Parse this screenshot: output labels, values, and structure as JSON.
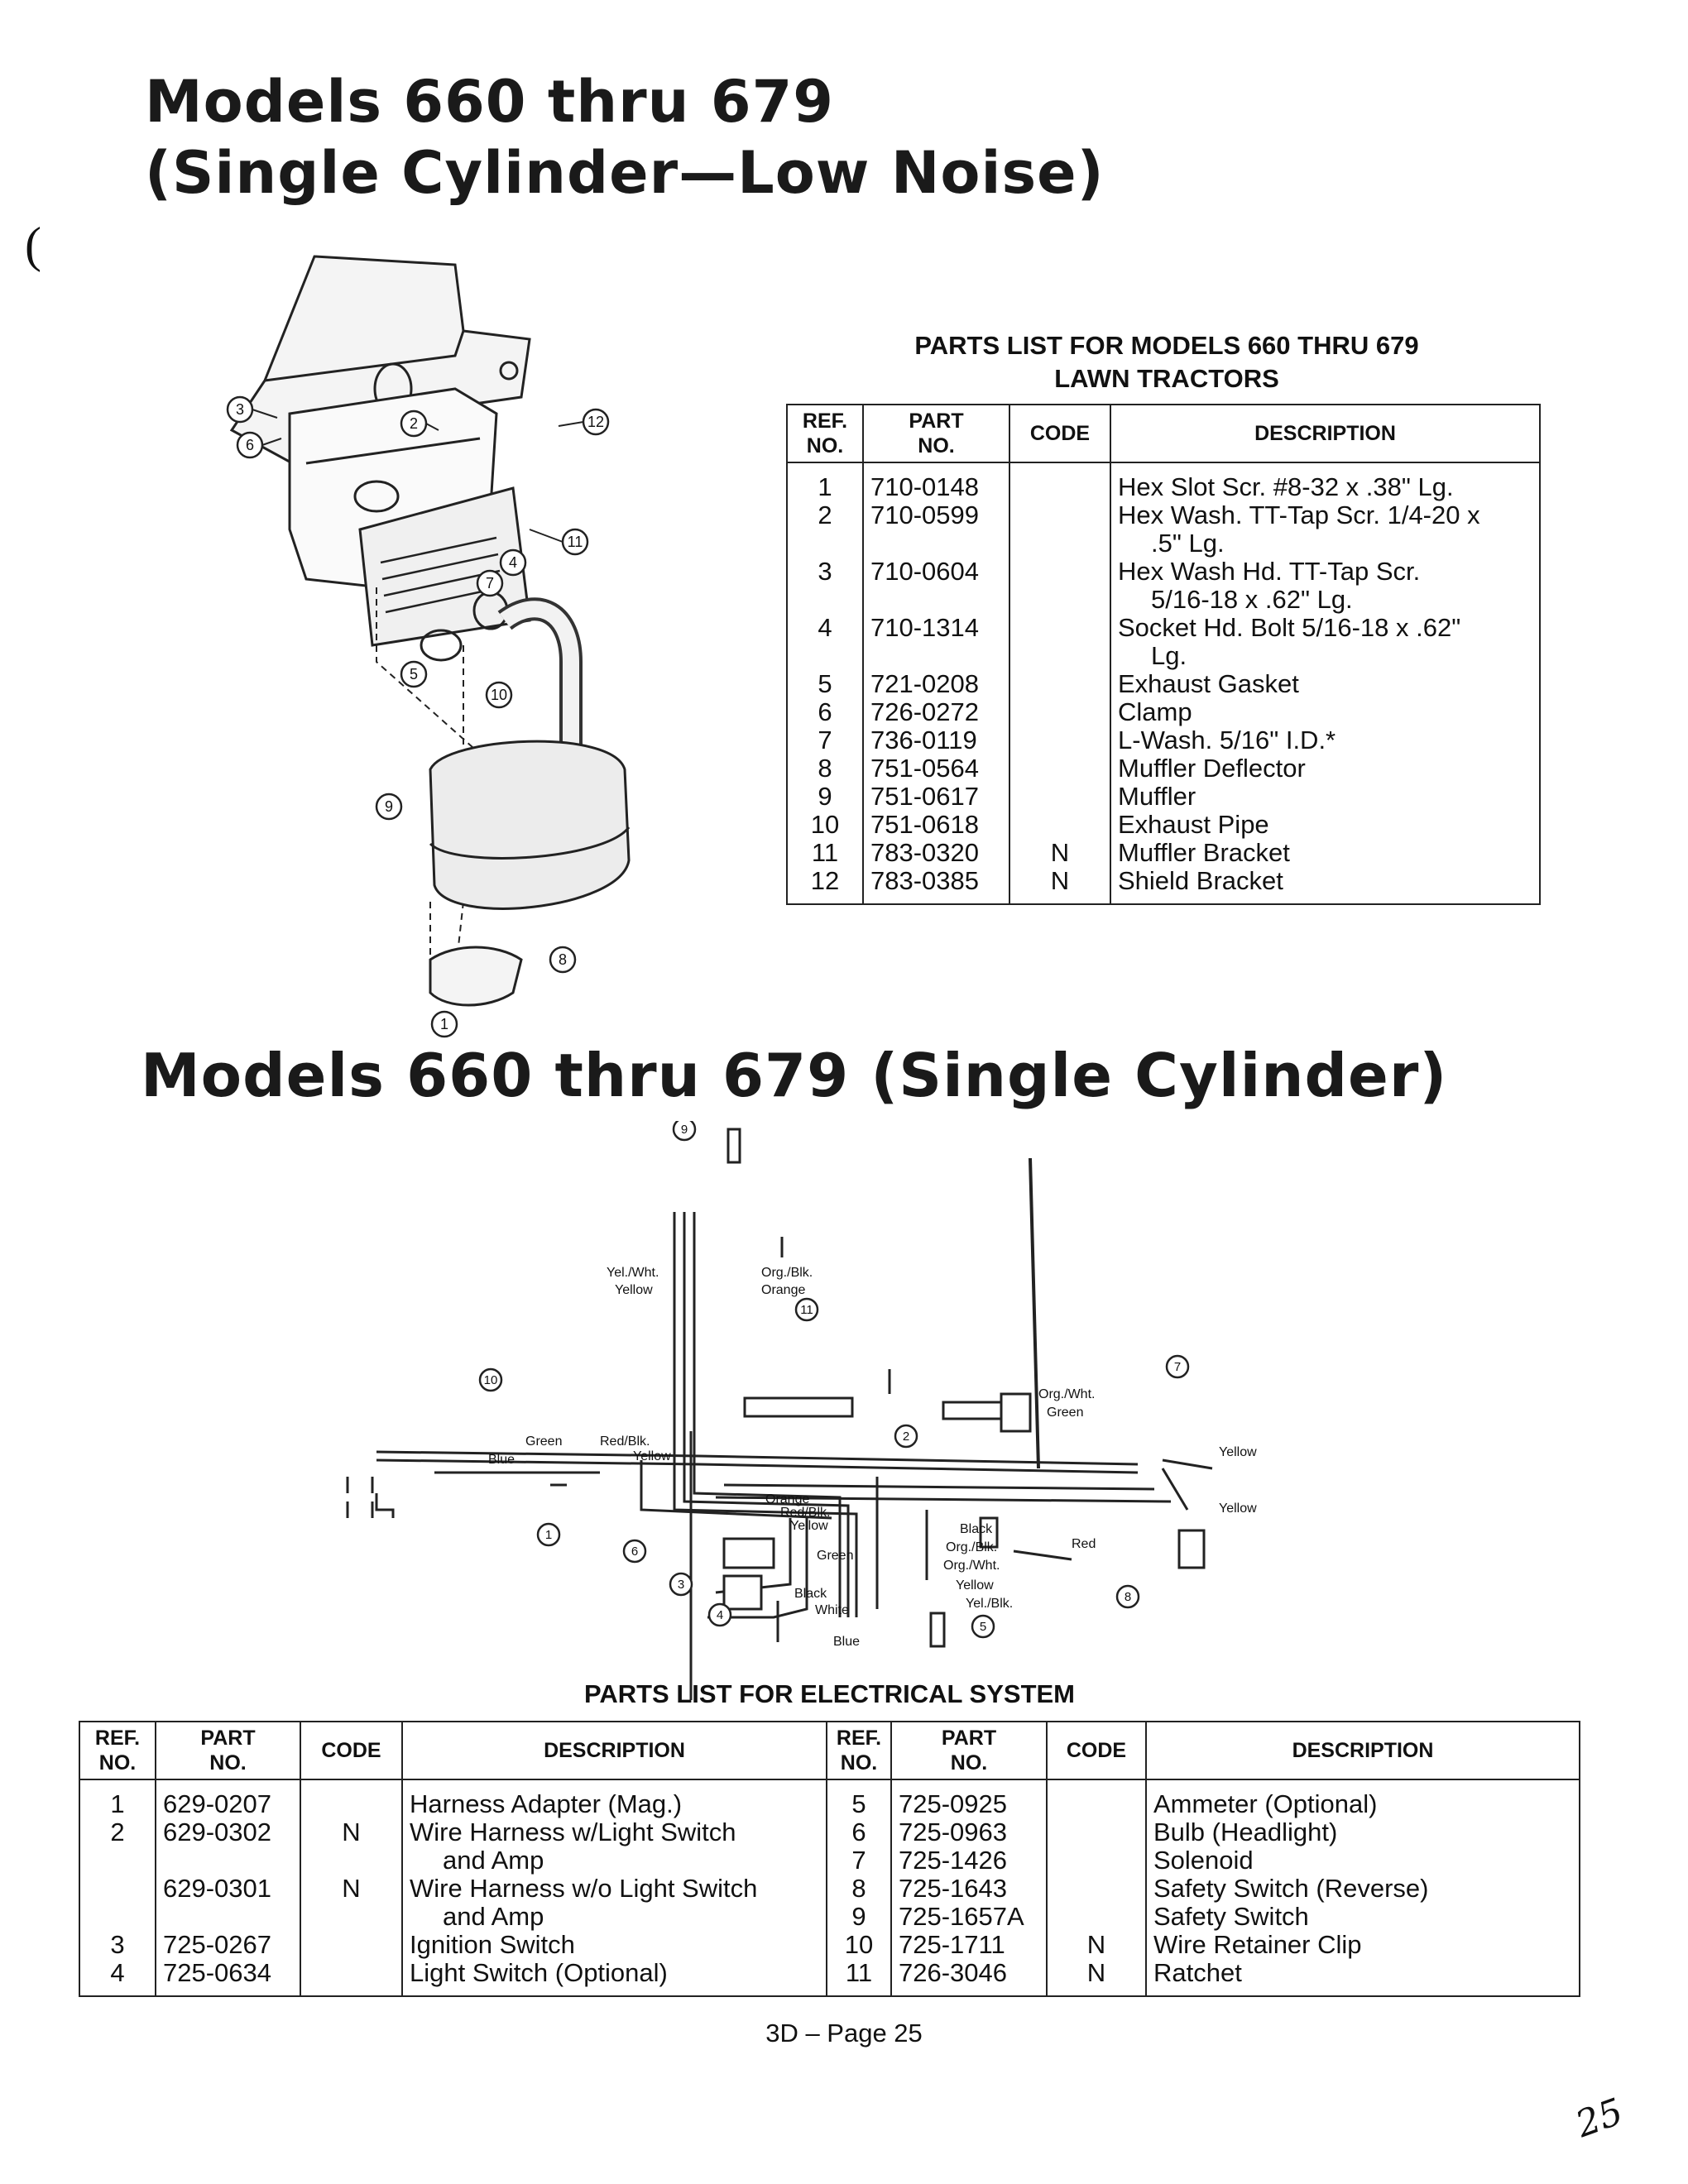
{
  "page": {
    "title1_line1": "Models 660 thru 679",
    "title1_line2": "(Single Cylinder—Low Noise)",
    "title2": "Models 660 thru 679 (Single Cylinder)",
    "margin_mark": "(",
    "footer": "3D – Page 25",
    "corner_handwriting": "25"
  },
  "exhaust_diagram": {
    "callouts": [
      "1",
      "2",
      "3",
      "4",
      "5",
      "6",
      "7",
      "8",
      "9",
      "10",
      "11",
      "12"
    ]
  },
  "top_table": {
    "title_line1": "PARTS LIST FOR MODELS 660 THRU 679",
    "title_line2": "LAWN TRACTORS",
    "headers": {
      "ref": "REF.",
      "ref2": "NO.",
      "part": "PART",
      "part2": "NO.",
      "code": "CODE",
      "desc": "DESCRIPTION"
    },
    "rows": [
      {
        "ref": "1",
        "part": "710-0148",
        "code": "",
        "desc": "Hex Slot Scr. #8-32 x .38\" Lg.",
        "desc2": ""
      },
      {
        "ref": "2",
        "part": "710-0599",
        "code": "",
        "desc": "Hex Wash. TT-Tap Scr. 1/4-20 x",
        "desc2": ".5\" Lg."
      },
      {
        "ref": "3",
        "part": "710-0604",
        "code": "",
        "desc": "Hex Wash Hd. TT-Tap Scr.",
        "desc2": "5/16-18 x .62\" Lg."
      },
      {
        "ref": "4",
        "part": "710-1314",
        "code": "",
        "desc": "Socket Hd. Bolt 5/16-18 x .62\"",
        "desc2": "Lg."
      },
      {
        "ref": "5",
        "part": "721-0208",
        "code": "",
        "desc": "Exhaust Gasket",
        "desc2": ""
      },
      {
        "ref": "6",
        "part": "726-0272",
        "code": "",
        "desc": "Clamp",
        "desc2": ""
      },
      {
        "ref": "7",
        "part": "736-0119",
        "code": "",
        "desc": "L-Wash. 5/16\" I.D.*",
        "desc2": ""
      },
      {
        "ref": "8",
        "part": "751-0564",
        "code": "",
        "desc": "Muffler Deflector",
        "desc2": ""
      },
      {
        "ref": "9",
        "part": "751-0617",
        "code": "",
        "desc": "Muffler",
        "desc2": ""
      },
      {
        "ref": "10",
        "part": "751-0618",
        "code": "",
        "desc": "Exhaust Pipe",
        "desc2": ""
      },
      {
        "ref": "11",
        "part": "783-0320",
        "code": "N",
        "desc": "Muffler Bracket",
        "desc2": ""
      },
      {
        "ref": "12",
        "part": "783-0385",
        "code": "N",
        "desc": "Shield Bracket",
        "desc2": ""
      }
    ]
  },
  "wiring_diagram": {
    "callouts": [
      "1",
      "2",
      "3",
      "4",
      "5",
      "6",
      "7",
      "8",
      "9",
      "10",
      "11"
    ],
    "wire_labels": {
      "yel_wht": "Yel./Wht.",
      "org_blk": "Org./Blk.",
      "yellow": "Yellow",
      "orange": "Orange",
      "green": "Green",
      "red_blk": "Red/Blk.",
      "blue": "Blue",
      "org_wht": "Org./Wht.",
      "black": "Black",
      "red": "Red",
      "white": "White",
      "yel_blk": "Yel./Blk."
    }
  },
  "bottom_table": {
    "title": "PARTS LIST FOR ELECTRICAL SYSTEM",
    "headers": {
      "ref": "REF.",
      "ref2": "NO.",
      "part": "PART",
      "part2": "NO.",
      "code": "CODE",
      "desc": "DESCRIPTION"
    },
    "rows": [
      {
        "l_ref": "1",
        "l_part": "629-0207",
        "l_code": "",
        "l_desc": "Harness Adapter (Mag.)",
        "r_ref": "5",
        "r_part": "725-0925",
        "r_code": "",
        "r_desc": "Ammeter (Optional)"
      },
      {
        "l_ref": "2",
        "l_part": "629-0302",
        "l_code": "N",
        "l_desc": "Wire Harness w/Light Switch",
        "r_ref": "6",
        "r_part": "725-0963",
        "r_code": "",
        "r_desc": "Bulb (Headlight)"
      },
      {
        "l_ref": "",
        "l_part": "",
        "l_code": "",
        "l_desc": "and Amp",
        "r_ref": "7",
        "r_part": "725-1426",
        "r_code": "",
        "r_desc": "Solenoid"
      },
      {
        "l_ref": "",
        "l_part": "629-0301",
        "l_code": "N",
        "l_desc": "Wire Harness w/o Light Switch",
        "r_ref": "8",
        "r_part": "725-1643",
        "r_code": "",
        "r_desc": "Safety Switch (Reverse)"
      },
      {
        "l_ref": "",
        "l_part": "",
        "l_code": "",
        "l_desc": "and Amp",
        "r_ref": "9",
        "r_part": "725-1657A",
        "r_code": "",
        "r_desc": "Safety Switch"
      },
      {
        "l_ref": "3",
        "l_part": "725-0267",
        "l_code": "",
        "l_desc": "Ignition Switch",
        "r_ref": "10",
        "r_part": "725-1711",
        "r_code": "N",
        "r_desc": "Wire Retainer Clip"
      },
      {
        "l_ref": "4",
        "l_part": "725-0634",
        "l_code": "",
        "l_desc": "Light Switch (Optional)",
        "r_ref": "11",
        "r_part": "726-3046",
        "r_code": "N",
        "r_desc": "Ratchet"
      }
    ]
  }
}
